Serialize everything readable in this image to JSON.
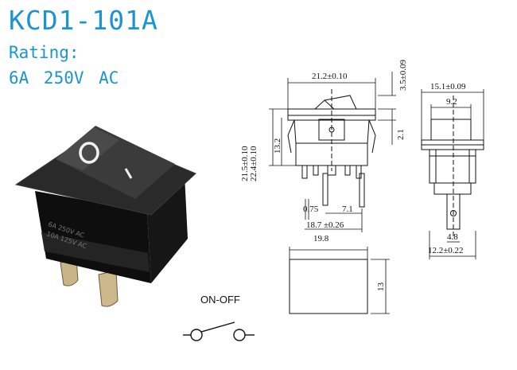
{
  "header": {
    "model": "KCD1-101A",
    "rating_label": "Rating:",
    "rating_value": "6A  250V  AC"
  },
  "product_photo": {
    "marking_line1": "6A 250V AC",
    "marking_line2": "10A 125V AC"
  },
  "dimensions": {
    "front_width": "21.2±0.10",
    "top_rocker": "3.5±0.09",
    "height_total": "21.5±0.10",
    "height_inner": "22.4±0.10",
    "body_height": "13.2",
    "flange": "2.1",
    "pin_gap_small": "0.75",
    "pin_gap_7": "7.1",
    "pin_span": "18.7 ±0.26",
    "bottom_width": "19.8",
    "side_width": "15.1±0.09",
    "side_inner": "9.2",
    "terminal_width": "4.8",
    "side_bottom": "12.2±0.22",
    "block_height": "13"
  },
  "switch_symbol": {
    "label": "ON-OFF"
  },
  "colors": {
    "accent": "#1a95cf",
    "line": "#111111"
  }
}
